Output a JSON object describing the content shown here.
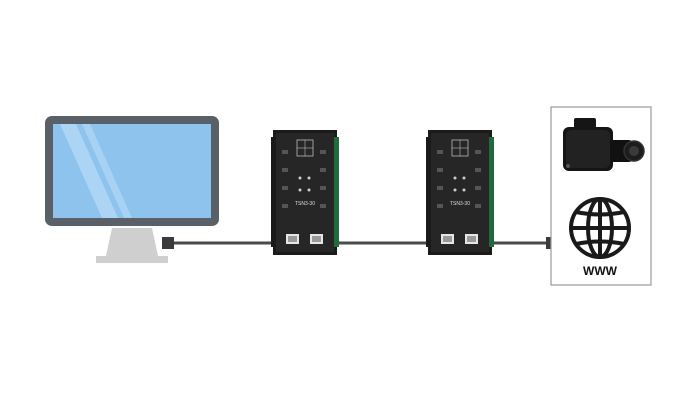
{
  "scene": {
    "background": "#ffffff",
    "cable_color": "#4a4a4a",
    "connector_color": "#3a3a3a"
  },
  "monitor": {
    "icon": "desktop-monitor-icon",
    "bezel_color": "#5a6068",
    "screen_color": "#8ec3ee",
    "stand_color": "#cfcfcf"
  },
  "devices": [
    {
      "name": "network-switch-1",
      "icon": "network-switch-icon",
      "label": "TSN3-30",
      "board_color": "#1b1b1b",
      "rail_color": "#1f6b3e"
    },
    {
      "name": "network-switch-2",
      "icon": "network-switch-icon",
      "label": "TSN3-30",
      "board_color": "#1b1b1b",
      "rail_color": "#1f6b3e"
    }
  ],
  "endpoint": {
    "camera_icon": "industrial-camera-icon",
    "globe_icon": "globe-icon",
    "label": "WWW",
    "border_color": "#9a9a9a"
  }
}
